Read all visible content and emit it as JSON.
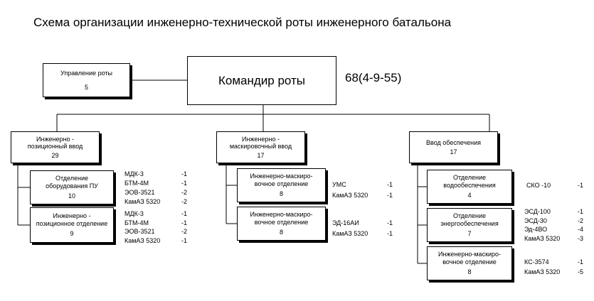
{
  "title": "Схема организации инженерно-технической роты инженерного батальона",
  "commander": {
    "label": "Командир роты",
    "strength": "68(4-9-55)"
  },
  "management": {
    "label": "Управление роты",
    "count": "5"
  },
  "platoons": [
    {
      "label": "Инженерно -\nпозиционный ввод",
      "count": "29",
      "sections": [
        {
          "label": "Отделение\nоборудования ПУ",
          "count": "10",
          "equipment": [
            {
              "name": "МДК-3",
              "qty": "-1"
            },
            {
              "name": "БТМ-4М",
              "qty": "-1"
            },
            {
              "name": "ЭОВ-3521",
              "qty": "-2"
            },
            {
              "name": "КамАЗ 5320",
              "qty": "-2"
            }
          ]
        },
        {
          "label": "Инженерно -\nпозиционное отделение",
          "count": "9",
          "equipment": [
            {
              "name": "МДК-3",
              "qty": "-1"
            },
            {
              "name": "БТМ-4М",
              "qty": "-1"
            },
            {
              "name": "ЭОВ-3521",
              "qty": "-2"
            },
            {
              "name": "КамАЗ 5320",
              "qty": "-1"
            }
          ]
        }
      ]
    },
    {
      "label": "Инженерно -\nмаскировочный ввод",
      "count": "17",
      "sections": [
        {
          "label": "Инженерно-маскиро-\nвочное отделение",
          "count": "8",
          "equipment": [
            {
              "name": "УМС",
              "qty": "-1"
            },
            {
              "name": "КамАЗ 5320",
              "qty": "-1"
            }
          ]
        },
        {
          "label": "Инженерно-маскиро-\nвочное отделение",
          "count": "8",
          "equipment": [
            {
              "name": "ЭД-16АИ",
              "qty": "-1"
            },
            {
              "name": "КамАЗ 5320",
              "qty": "-1"
            }
          ]
        }
      ]
    },
    {
      "label": "Ввод обеспечения",
      "count": "17",
      "sections": [
        {
          "label": "Отделение\nводообеспечения",
          "count": "4",
          "equipment": [
            {
              "name": "СКО -10",
              "qty": "-1"
            }
          ]
        },
        {
          "label": "Отделение\nэнергообеспечения",
          "count": "7",
          "equipment": [
            {
              "name": "ЭСД-100",
              "qty": "-1"
            },
            {
              "name": "ЭСД-30",
              "qty": "-2"
            },
            {
              "name": "Эд-4ВО",
              "qty": "-4"
            },
            {
              "name": "КамАЗ 5320",
              "qty": "-3"
            }
          ]
        },
        {
          "label": "Инженерно-маскиро-\nвочное отделение",
          "count": "8",
          "equipment": [
            {
              "name": "КС-3574",
              "qty": "-1"
            },
            {
              "name": "КамАЗ 5320",
              "qty": "-5"
            }
          ]
        }
      ]
    }
  ]
}
